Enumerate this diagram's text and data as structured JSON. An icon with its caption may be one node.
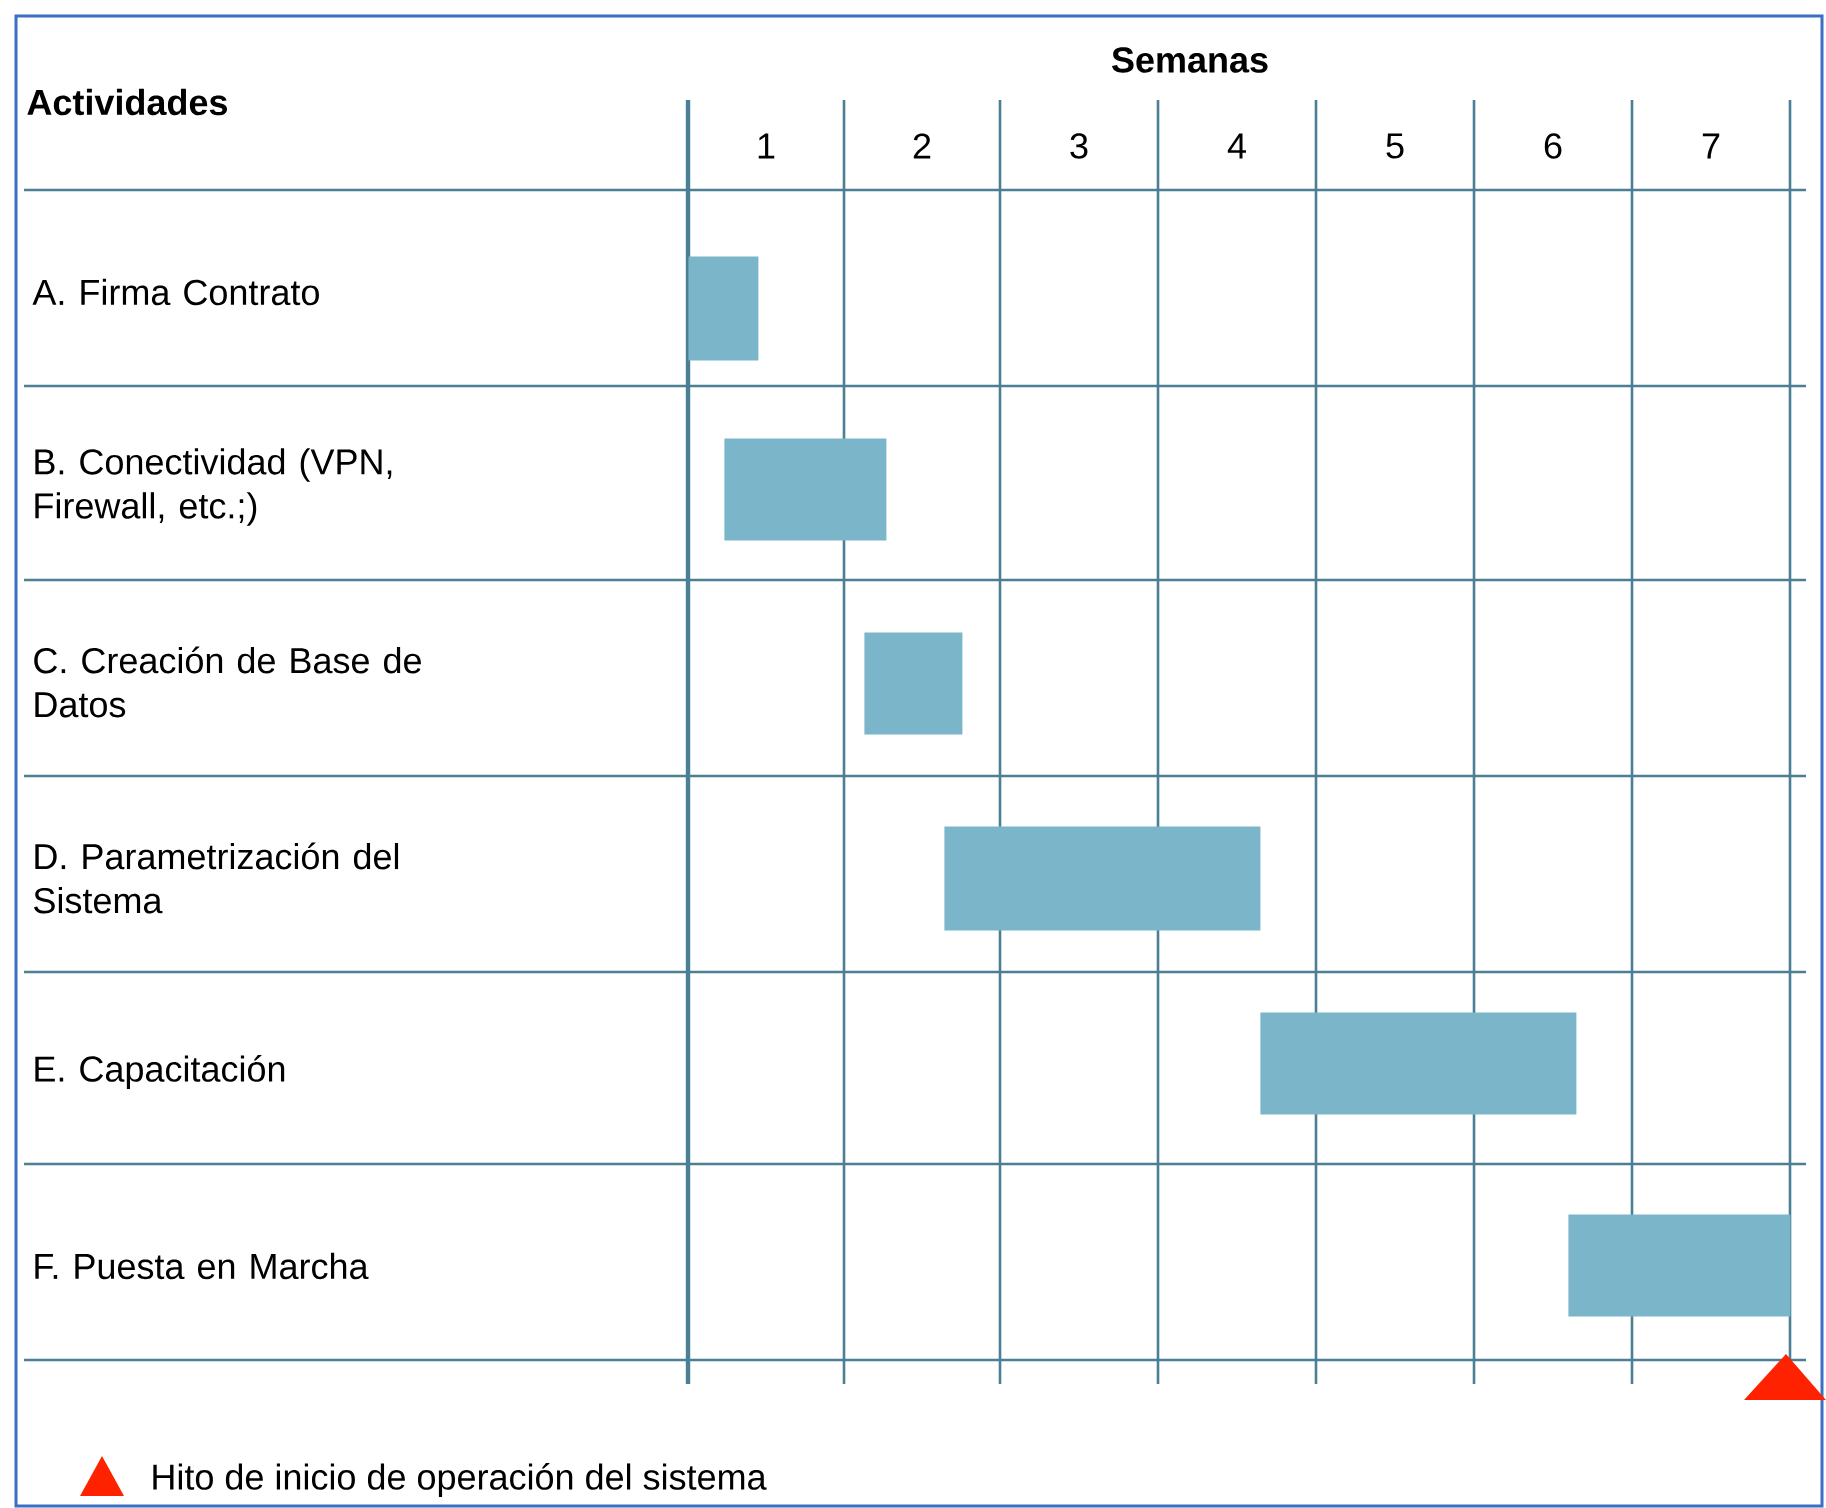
{
  "diagram": {
    "nodes": [
      {
        "text": [],
        "shape": "bar"
      },
      {
        "text": [],
        "shape": "bar"
      },
      {
        "text": [],
        "shape": "bar"
      },
      {
        "text": [],
        "shape": "bar"
      },
      {
        "text": [],
        "shape": "bar"
      },
      {
        "text": [],
        "shape": "bar"
      }
    ],
    "labels": [
      "Actividades",
      "Semanas",
      "1",
      "2",
      "3",
      "4",
      "5",
      "6",
      "7",
      "A. Firma Contrato",
      "B. Conectividad (VPN, Firewall, etc.;)",
      "C. Creación de Base de Datos",
      "D. Parametrización del Sistema",
      "E. Capacitación",
      "F. Puesta en Marcha"
    ],
    "legend": [
      {
        "text": "Hito de inicio de operación del sistema"
      }
    ]
  }
}
